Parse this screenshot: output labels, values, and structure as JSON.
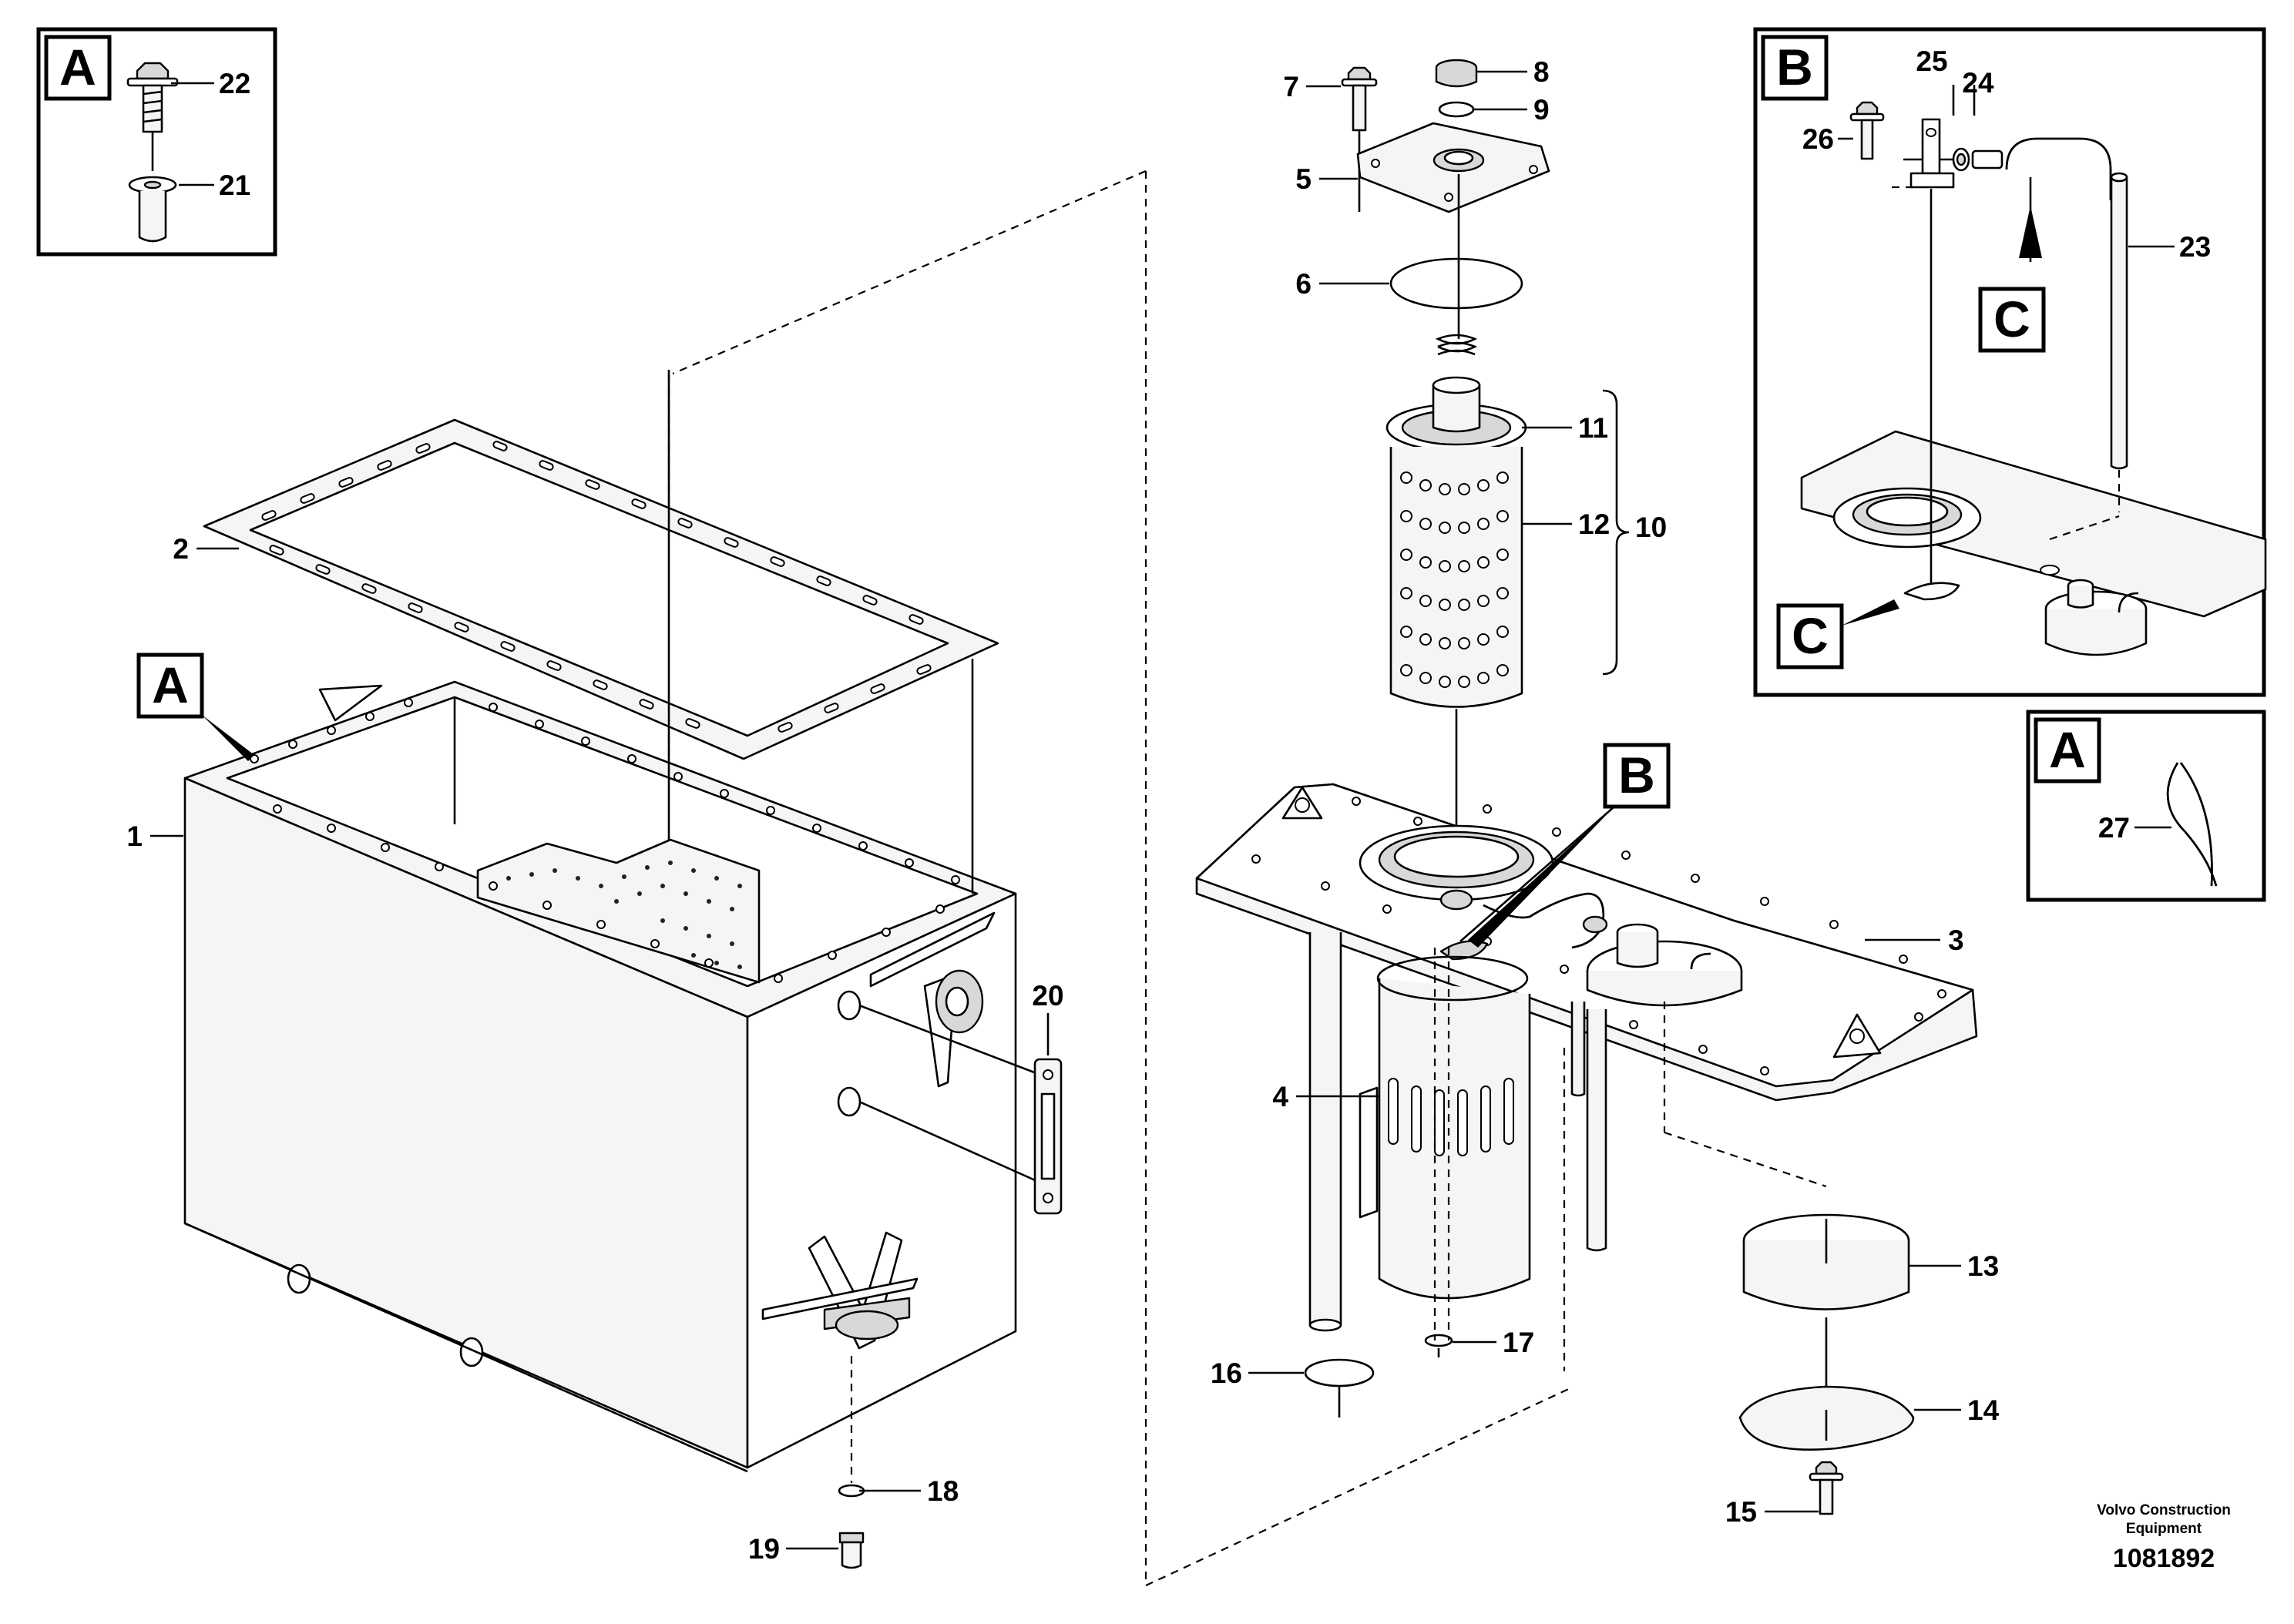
{
  "diagram": {
    "callouts": [
      {
        "id": "1",
        "text": "1"
      },
      {
        "id": "2",
        "text": "2"
      },
      {
        "id": "3",
        "text": "3"
      },
      {
        "id": "4",
        "text": "4"
      },
      {
        "id": "5",
        "text": "5"
      },
      {
        "id": "6",
        "text": "6"
      },
      {
        "id": "7",
        "text": "7"
      },
      {
        "id": "8",
        "text": "8"
      },
      {
        "id": "9",
        "text": "9"
      },
      {
        "id": "10",
        "text": "10"
      },
      {
        "id": "11",
        "text": "11"
      },
      {
        "id": "12",
        "text": "12"
      },
      {
        "id": "13",
        "text": "13"
      },
      {
        "id": "14",
        "text": "14"
      },
      {
        "id": "15",
        "text": "15"
      },
      {
        "id": "16",
        "text": "16"
      },
      {
        "id": "17",
        "text": "17"
      },
      {
        "id": "18",
        "text": "18"
      },
      {
        "id": "19",
        "text": "19"
      },
      {
        "id": "20",
        "text": "20"
      },
      {
        "id": "21",
        "text": "21"
      },
      {
        "id": "22",
        "text": "22"
      },
      {
        "id": "23",
        "text": "23"
      },
      {
        "id": "24",
        "text": "24"
      },
      {
        "id": "25",
        "text": "25"
      },
      {
        "id": "26",
        "text": "26"
      },
      {
        "id": "27",
        "text": "27"
      }
    ],
    "detail_labels": {
      "a": "A",
      "b": "B",
      "c": "C"
    },
    "footer": {
      "company_line1": "Volvo Construction",
      "company_line2": "Equipment",
      "drawing_number": "1081892"
    }
  }
}
